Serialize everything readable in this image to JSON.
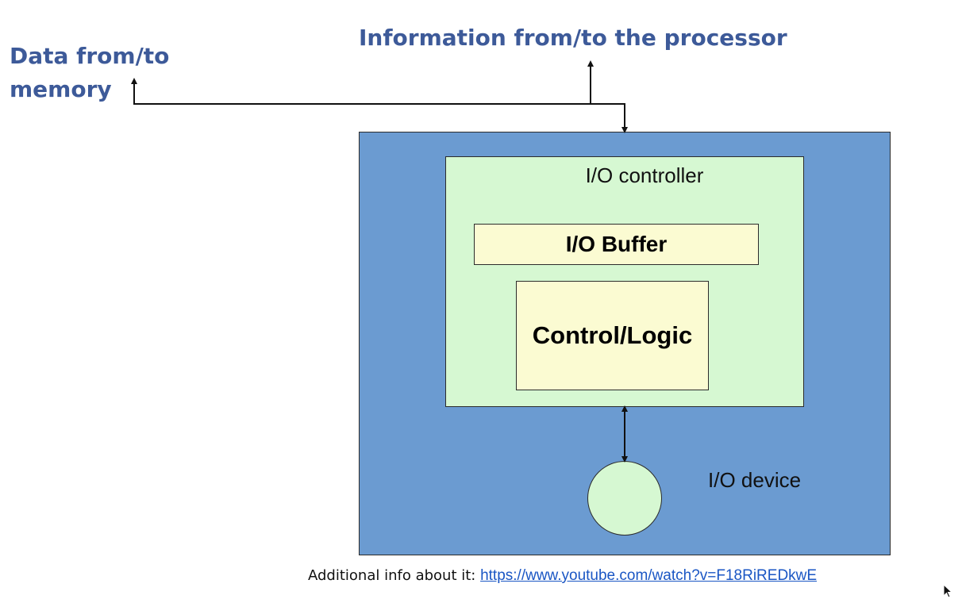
{
  "labels": {
    "memory_line1": "Data from/to",
    "memory_line2": "memory",
    "processor": "Information from/to the processor"
  },
  "diagram": {
    "controller": "I/O controller",
    "buffer": "I/O Buffer",
    "logic": "Control/Logic",
    "device": "I/O device"
  },
  "footer": {
    "text": "Additional info about it: ",
    "link_text": "https://www.youtube.com/watch?v=F18RiREDkwE"
  },
  "colors": {
    "label_blue": "#3d5a99",
    "outer_box": "#6b9bd1",
    "controller_fill": "#d6f8d2",
    "yellow_fill": "#fbfbd2",
    "link": "#1a56c4"
  }
}
